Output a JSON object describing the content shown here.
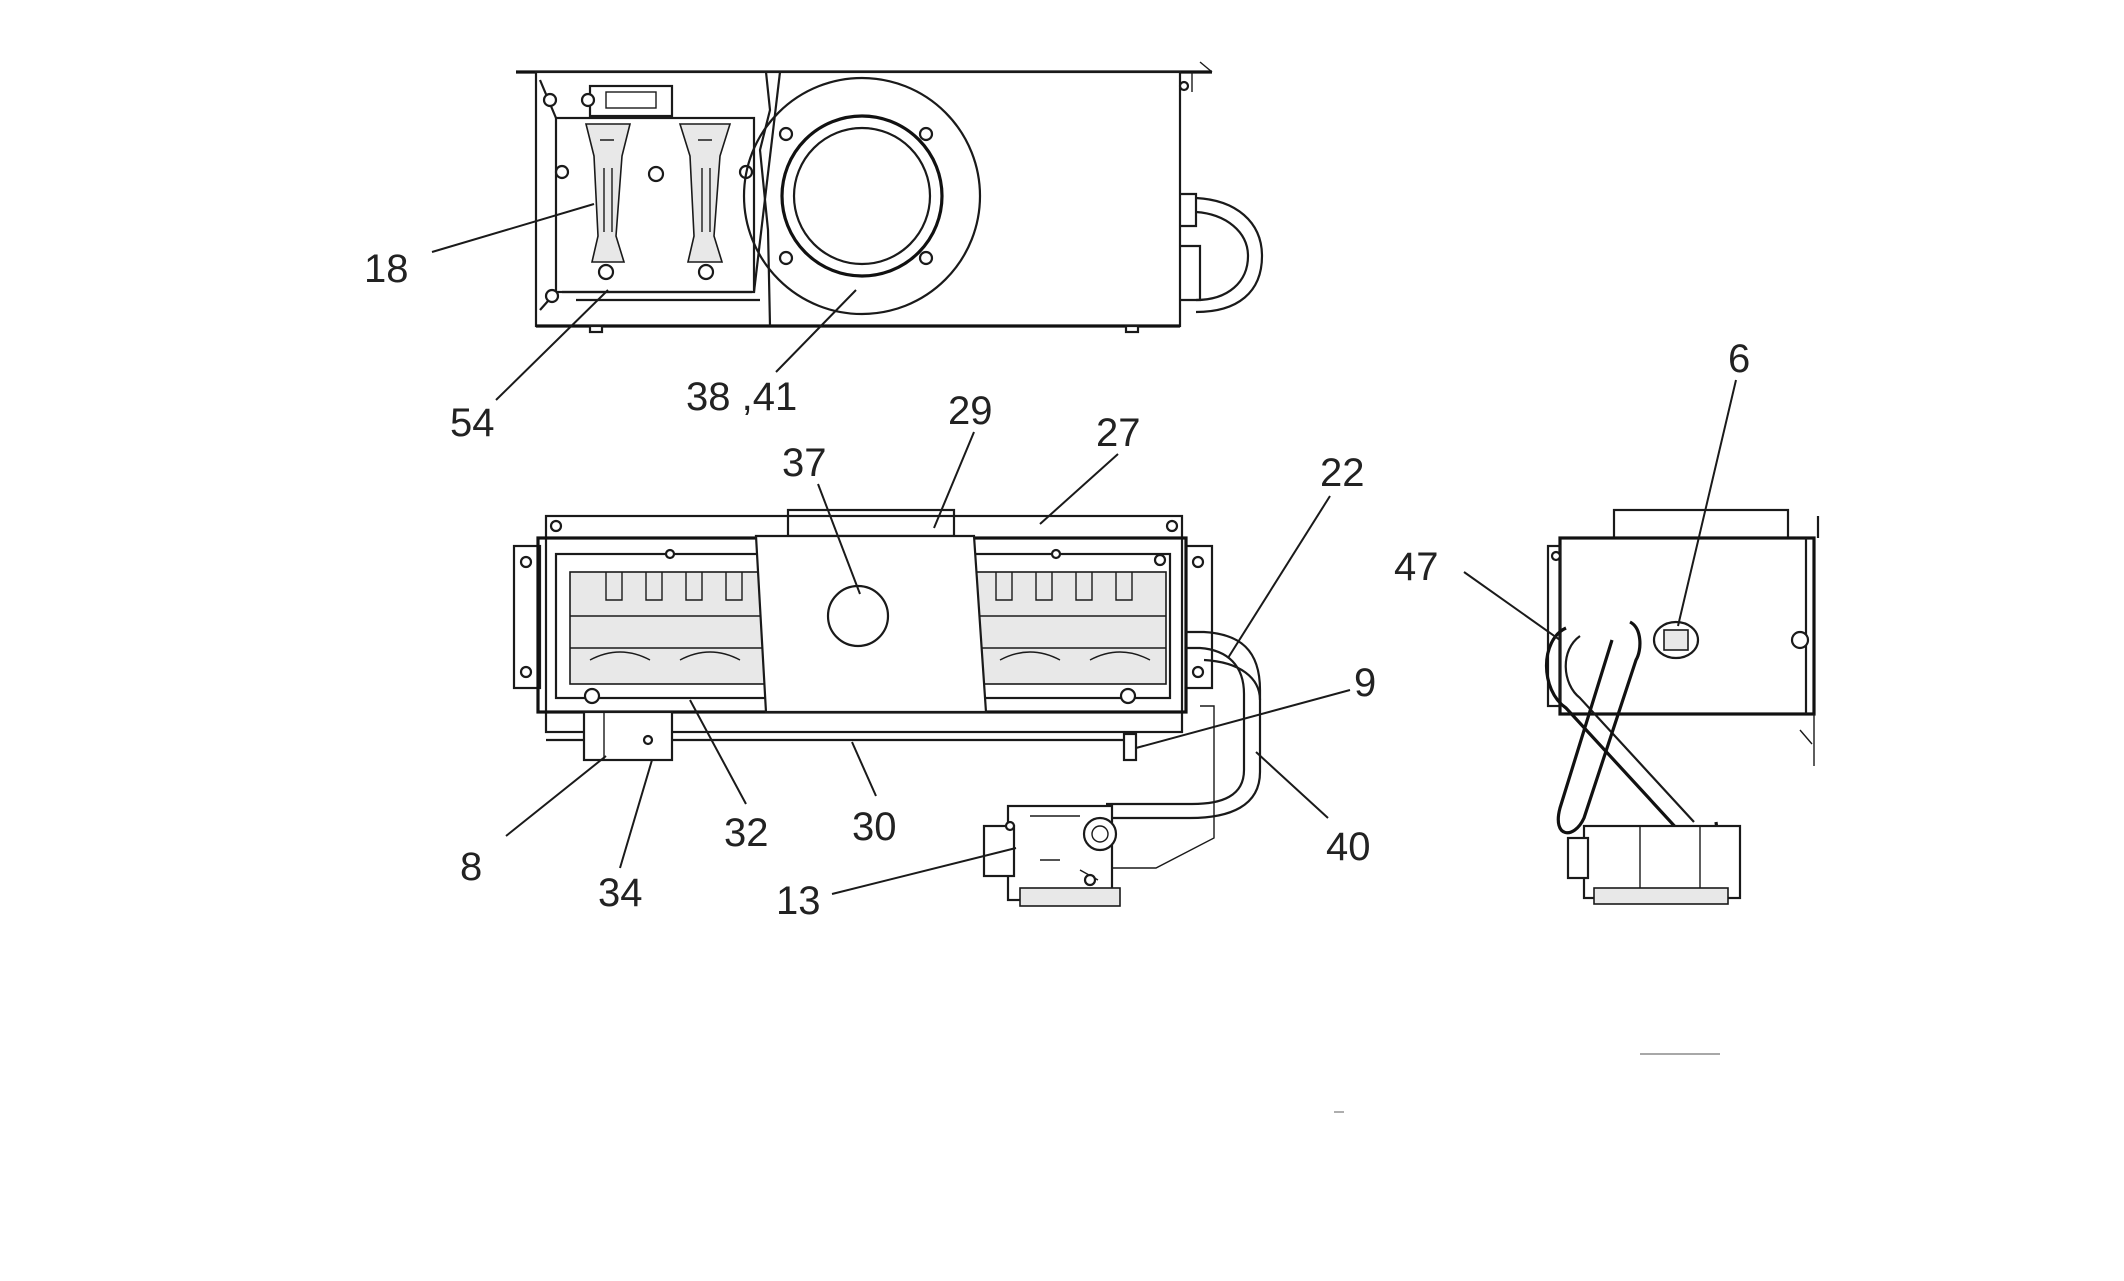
{
  "diagram": {
    "labels": {
      "l18": "18",
      "l54": "54",
      "l38_41": "38 ,41",
      "l29": "29",
      "l27": "27",
      "l37": "37",
      "l22": "22",
      "l6": "6",
      "l47": "47",
      "l9": "9",
      "l8": "8",
      "l34": "34",
      "l32": "32",
      "l30": "30",
      "l13": "13",
      "l40": "40"
    }
  }
}
